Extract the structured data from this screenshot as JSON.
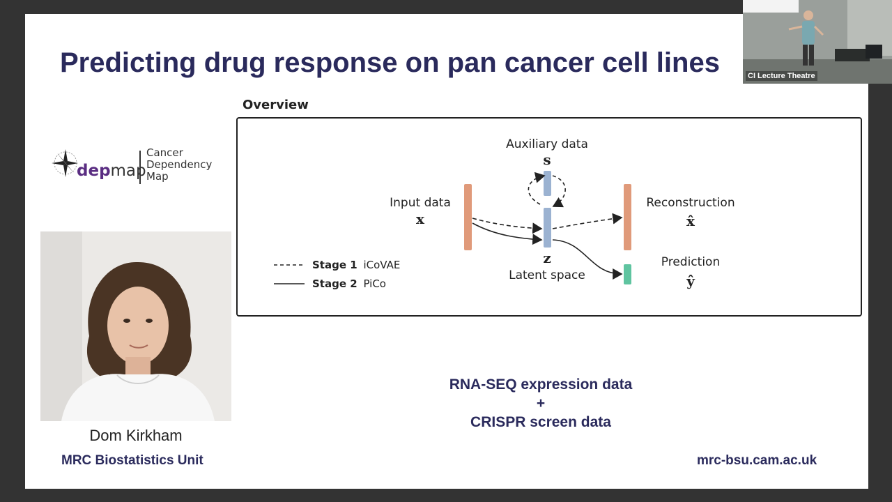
{
  "slide": {
    "title": "Predicting drug response on pan cancer cell lines",
    "overview_label": "Overview",
    "logo": {
      "word_dep": "dep",
      "word_map": "map",
      "sub_lines": [
        "Cancer",
        "Dependency",
        "Map"
      ]
    },
    "speaker_name": "Dom Kirkham",
    "affiliation": "MRC Biostatistics Unit",
    "data_lines": [
      "RNA-SEQ expression data",
      "+",
      "CRISPR screen data"
    ],
    "url": "mrc-bsu.cam.ac.uk"
  },
  "diagram": {
    "auxiliary_label": "Auxiliary data",
    "auxiliary_symbol": "s",
    "input_label": "Input data",
    "input_symbol": "x",
    "latent_symbol": "z",
    "latent_label": "Latent space",
    "reconstruction_label": "Reconstruction",
    "reconstruction_symbol": "x̂",
    "prediction_label": "Prediction",
    "prediction_symbol": "ŷ",
    "legend": {
      "stage1_bold": "Stage 1",
      "stage1_name": "iCoVAE",
      "stage2_bold": "Stage 2",
      "stage2_name": "PiCo"
    },
    "colors": {
      "input_bar": "#e09a7a",
      "latent_bar": "#9bb2d1",
      "prediction_bar": "#5fc4a0"
    }
  },
  "webcam": {
    "label": "CI Lecture Theatre"
  }
}
